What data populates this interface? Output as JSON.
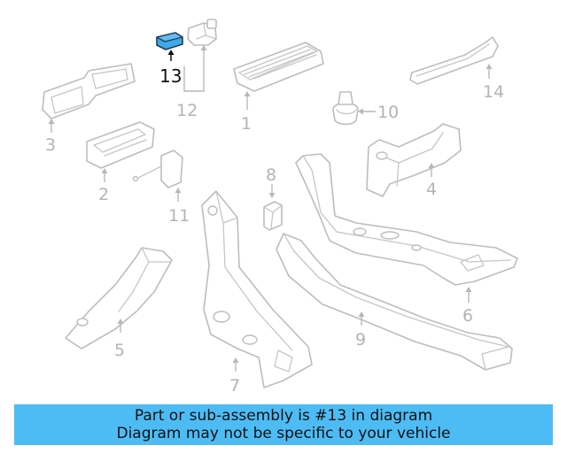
{
  "diagram": {
    "highlighted_part": "13",
    "highlight_color": "#3fa9e8",
    "part_numbers": {
      "p1": "1",
      "p2": "2",
      "p3": "3",
      "p4": "4",
      "p5": "5",
      "p6": "6",
      "p7": "7",
      "p8": "8",
      "p9": "9",
      "p10": "10",
      "p11": "11",
      "p12": "12",
      "p13": "13",
      "p14": "14"
    }
  },
  "banner": {
    "line1": "Part or sub-assembly is #13 in diagram",
    "line2": "Diagram may not be specific to your vehicle",
    "background": "#4dbcf5"
  }
}
